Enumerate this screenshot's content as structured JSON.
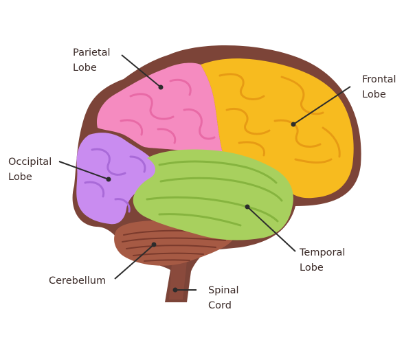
{
  "colors": {
    "outline": "#7c4438",
    "frontal": "#f7bb1f",
    "frontal_dark": "#e79b14",
    "parietal": "#f58bc0",
    "parietal_dark": "#e86aa6",
    "temporal": "#a8d05e",
    "temporal_dark": "#86b43f",
    "occipital": "#c98cf0",
    "occipital_dark": "#a96ad8",
    "cerebellum": "#a65a44",
    "cerebellum_lines": "#7a3a2c",
    "spinal_cord": "#8a4a3c",
    "leader": "#2c2c2c",
    "label_text": "#3a2a27"
  },
  "labels": {
    "parietal": [
      "Parietal",
      "Lobe"
    ],
    "frontal": [
      "Frontal",
      "Lobe"
    ],
    "occipital": [
      "Occipital",
      "Lobe"
    ],
    "temporal": [
      "Temporal",
      "Lobe"
    ],
    "cerebellum": [
      "Cerebellum"
    ],
    "spinal_cord": [
      "Spinal",
      "Cord"
    ]
  }
}
